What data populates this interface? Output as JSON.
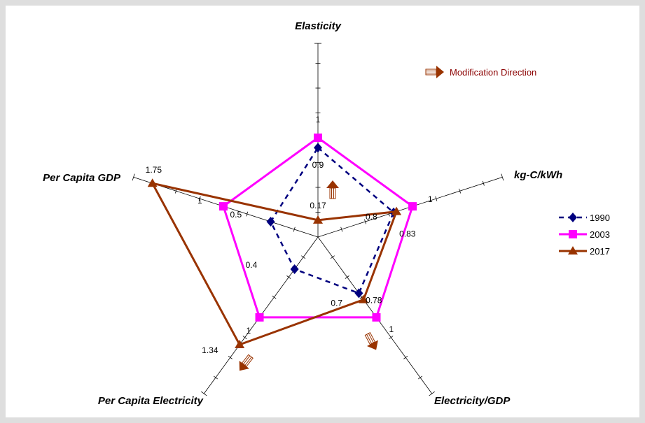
{
  "chart_data": {
    "type": "radar",
    "axes": [
      "Elasticity",
      "kg-C/kWh",
      "Electricity/GDP",
      "Per Capita Electricity",
      "Per Capita GDP"
    ],
    "series": [
      {
        "name": "1990",
        "color": "#00007f",
        "marker": "diamond",
        "line": "dashed",
        "values": [
          0.9,
          0.8,
          0.7,
          0.4,
          0.5
        ]
      },
      {
        "name": "2003",
        "color": "#ff00ff",
        "marker": "square",
        "line": "solid",
        "values": [
          1,
          1,
          1,
          1,
          1
        ]
      },
      {
        "name": "2017",
        "color": "#993300",
        "marker": "triangle",
        "line": "solid",
        "values": [
          0.17,
          0.83,
          0.78,
          1.34,
          1.75
        ]
      }
    ],
    "value_labels": [
      {
        "text": "1",
        "axis": 0,
        "value": 1
      },
      {
        "text": "0.9",
        "axis": 0,
        "value": 0.9
      },
      {
        "text": "0.17",
        "axis": 0,
        "value": 0.17
      },
      {
        "text": "1",
        "axis": 1,
        "value": 1
      },
      {
        "text": "0.8",
        "axis": 1,
        "value": 0.8
      },
      {
        "text": "0.83",
        "axis": 1,
        "value": 0.83
      },
      {
        "text": "1",
        "axis": 2,
        "value": 1
      },
      {
        "text": "0.78",
        "axis": 2,
        "value": 0.78
      },
      {
        "text": "0.7",
        "axis": 2,
        "value": 0.7
      },
      {
        "text": "1",
        "axis": 3,
        "value": 1
      },
      {
        "text": "0.4",
        "axis": 3,
        "value": 0.4
      },
      {
        "text": "1.34",
        "axis": 3,
        "value": 1.34
      },
      {
        "text": "1.75",
        "axis": 4,
        "value": 1.75
      },
      {
        "text": "1",
        "axis": 4,
        "value": 1
      },
      {
        "text": "0.5",
        "axis": 4,
        "value": 0.5
      }
    ],
    "legend_position": "right",
    "annotation": {
      "text": "Modification Direction",
      "color": "#993300"
    },
    "direction_arrows": [
      "up",
      "down-right",
      "down-left"
    ]
  }
}
